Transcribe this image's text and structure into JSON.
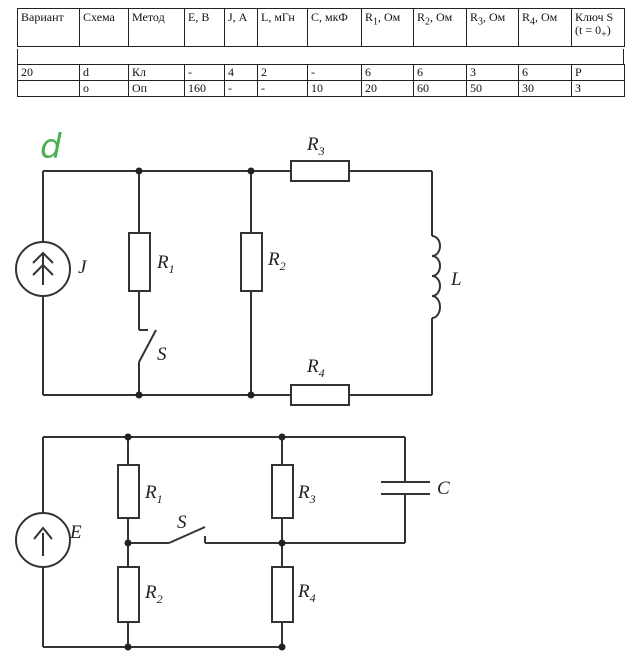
{
  "table": {
    "headers": [
      {
        "main": "Вариант"
      },
      {
        "main": "Схема"
      },
      {
        "main": "Метод"
      },
      {
        "main": "E, В"
      },
      {
        "main": "J, А"
      },
      {
        "main": "L, мГн"
      },
      {
        "main": "C, мкФ"
      },
      {
        "main": "R",
        "sub": "1",
        "tail": ", Ом"
      },
      {
        "main": "R",
        "sub": "2",
        "tail": ", Ом"
      },
      {
        "main": "R",
        "sub": "3",
        "tail": ", Ом"
      },
      {
        "main": "R",
        "sub": "4",
        "tail": ", Ом"
      },
      {
        "main": "Ключ S",
        "line2": "(t = 0",
        "sub2": "+",
        "tail2": ")"
      }
    ],
    "rows": [
      [
        "20",
        "d",
        "Кл",
        "-",
        "4",
        "2",
        "-",
        "6",
        "6",
        "3",
        "6",
        "Р"
      ],
      [
        "",
        "o",
        "Оп",
        "160",
        "-",
        "-",
        "10",
        "20",
        "60",
        "50",
        "30",
        "З"
      ]
    ]
  },
  "circuit_d": {
    "handwritten_label": "d",
    "labels": {
      "J": "J",
      "R1": "R",
      "R1_sub": "1",
      "R2": "R",
      "R2_sub": "2",
      "R3": "R",
      "R3_sub": "3",
      "R4": "R",
      "R4_sub": "4",
      "L": "L",
      "S": "S"
    }
  },
  "circuit_o": {
    "labels": {
      "E": "E",
      "R1": "R",
      "R1_sub": "1",
      "R2": "R",
      "R2_sub": "2",
      "R3": "R",
      "R3_sub": "3",
      "R4": "R",
      "R4_sub": "4",
      "C": "C",
      "S": "S"
    }
  }
}
